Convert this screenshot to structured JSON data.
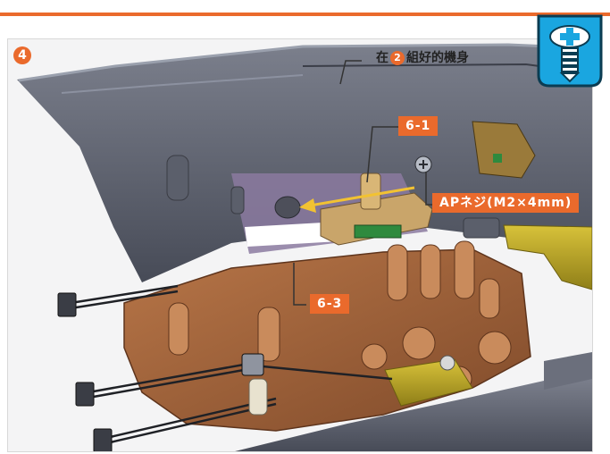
{
  "step_number": "4",
  "callout_title": {
    "prefix": "在",
    "circled_number": "2",
    "suffix": "組好的機身"
  },
  "labels": {
    "part_6_1": "6-1",
    "part_6_3": "6-3",
    "screw": "APネジ(M2×4mm)"
  },
  "icons": {
    "screw_badge": "screw-icon"
  },
  "colors": {
    "accent": "#ea6a2c",
    "screw_badge_blue": "#1aa6e0",
    "shell_gray": "#5c606e",
    "copper": "#a2653f",
    "olive": "#c9b22b"
  }
}
